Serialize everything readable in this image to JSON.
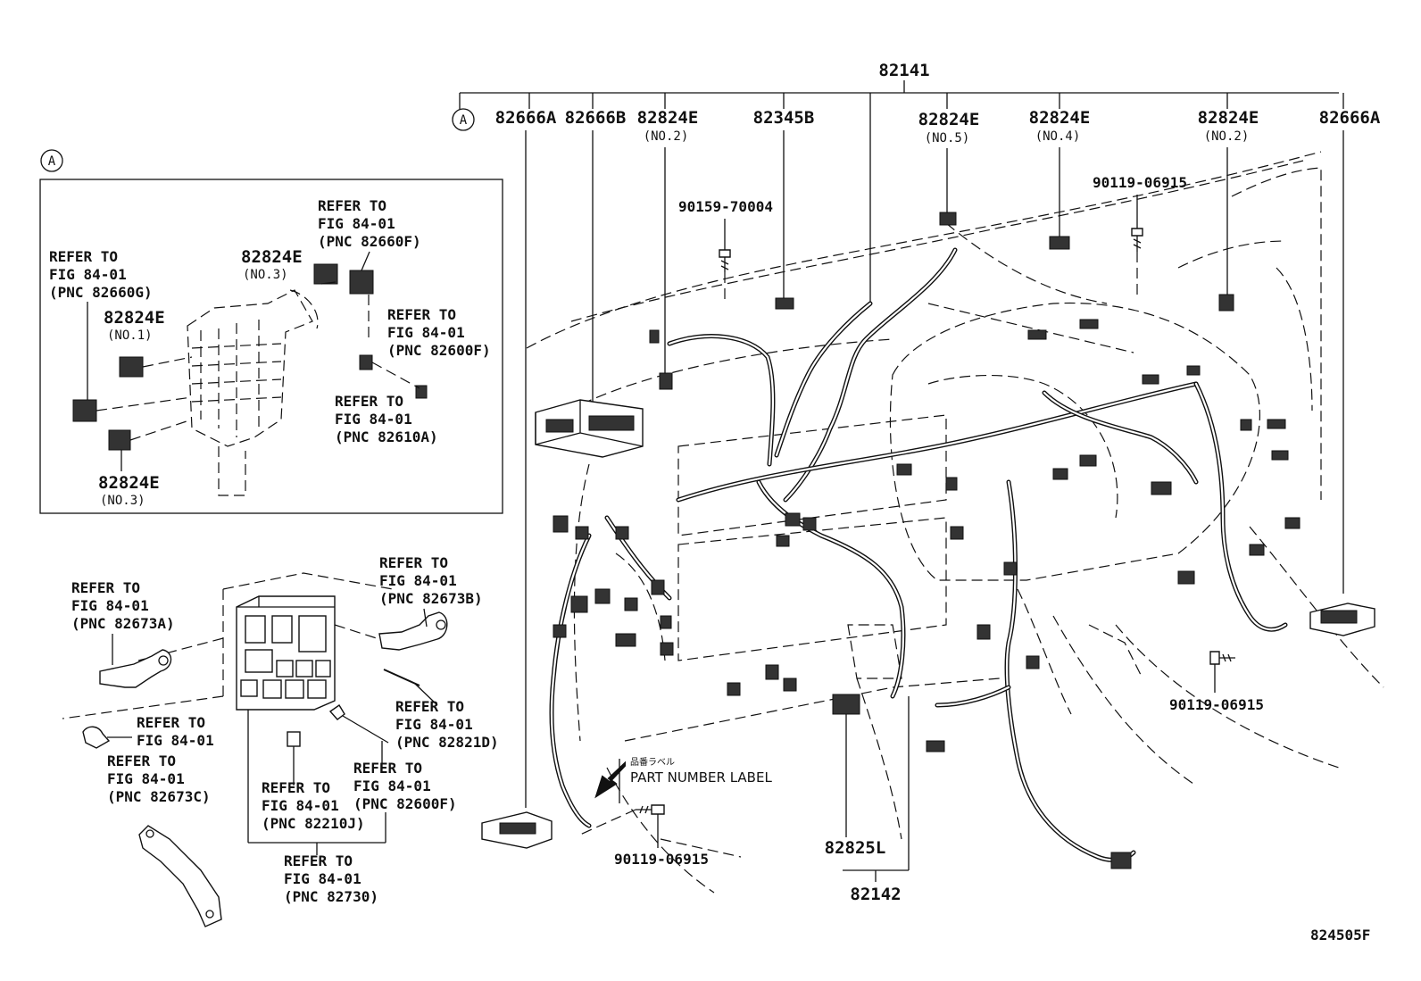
{
  "main_group": {
    "number": "82141"
  },
  "group_2": {
    "number": "82142"
  },
  "figure_code": "824505F",
  "callout_marker": "A",
  "top_labels": [
    {
      "id": "82666A-left",
      "text": "82666A",
      "sub": ""
    },
    {
      "id": "82666B",
      "text": "82666B",
      "sub": ""
    },
    {
      "id": "82824E-no2-left",
      "text": "82824E",
      "sub": "(NO.2)"
    },
    {
      "id": "82345B",
      "text": "82345B",
      "sub": ""
    },
    {
      "id": "82824E-no5",
      "text": "82824E",
      "sub": "(NO.5)"
    },
    {
      "id": "82824E-no4",
      "text": "82824E",
      "sub": "(NO.4)"
    },
    {
      "id": "82824E-no2-right",
      "text": "82824E",
      "sub": "(NO.2)"
    },
    {
      "id": "82666A-right",
      "text": "82666A",
      "sub": ""
    }
  ],
  "inset": {
    "marker": "A",
    "labels": {
      "refer_82660g": [
        "REFER TO",
        "FIG 84-01",
        "(PNC 82660G)"
      ],
      "refer_82660f": [
        "REFER TO",
        "FIG 84-01",
        "(PNC 82660F)"
      ],
      "refer_82600f": [
        "REFER TO",
        "FIG 84-01",
        "(PNC 82600F)"
      ],
      "refer_82610a": [
        "REFER TO",
        "FIG 84-01",
        "(PNC 82610A)"
      ],
      "part_82824e_no3_top": {
        "text": "82824E",
        "sub": "(NO.3)"
      },
      "part_82824e_no1": {
        "text": "82824E",
        "sub": "(NO.1)"
      },
      "part_82824e_no3_bottom": {
        "text": "82824E",
        "sub": "(NO.3)"
      }
    }
  },
  "lower_left": {
    "refer_82673a": [
      "REFER TO",
      "FIG 84-01",
      "(PNC 82673A)"
    ],
    "refer_82673b": [
      "REFER TO",
      "FIG 84-01",
      "(PNC 82673B)"
    ],
    "refer_fig": [
      "REFER TO",
      "FIG 84-01"
    ],
    "refer_82673c": [
      "REFER TO",
      "FIG 84-01",
      "(PNC 82673C)"
    ],
    "refer_82821d": [
      "REFER TO",
      "FIG 84-01",
      "(PNC 82821D)"
    ],
    "refer_82600f": [
      "REFER TO",
      "FIG 84-01",
      "(PNC 82600F)"
    ],
    "refer_82210j": [
      "REFER TO",
      "FIG 84-01",
      "(PNC 82210J)"
    ],
    "refer_82730": [
      "REFER TO",
      "FIG 84-01",
      "(PNC 82730)"
    ]
  },
  "fasteners": {
    "bolt_top": "90159-70004",
    "bolt_top_right": "90119-06915",
    "bolt_right": "90119-06915",
    "bolt_bottom": "90119-06915"
  },
  "part_number_label": {
    "jp": "品番ラベル",
    "en": "PART NUMBER LABEL"
  },
  "part_82825l": "82825L"
}
